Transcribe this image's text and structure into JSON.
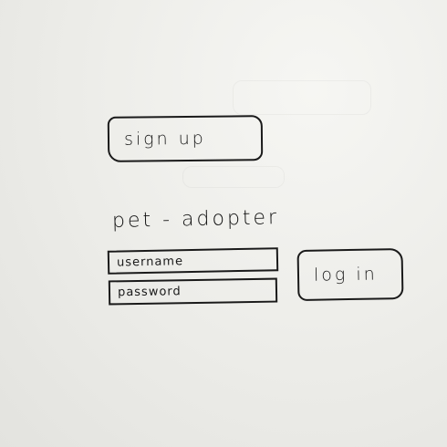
{
  "auth": {
    "signup_label": "sign up",
    "app_title": "pet - adopter",
    "username_placeholder": "username",
    "password_placeholder": "password",
    "login_label": "log in"
  },
  "colors": {
    "ink": "#1a1a1a",
    "paper": "#ecece8"
  }
}
